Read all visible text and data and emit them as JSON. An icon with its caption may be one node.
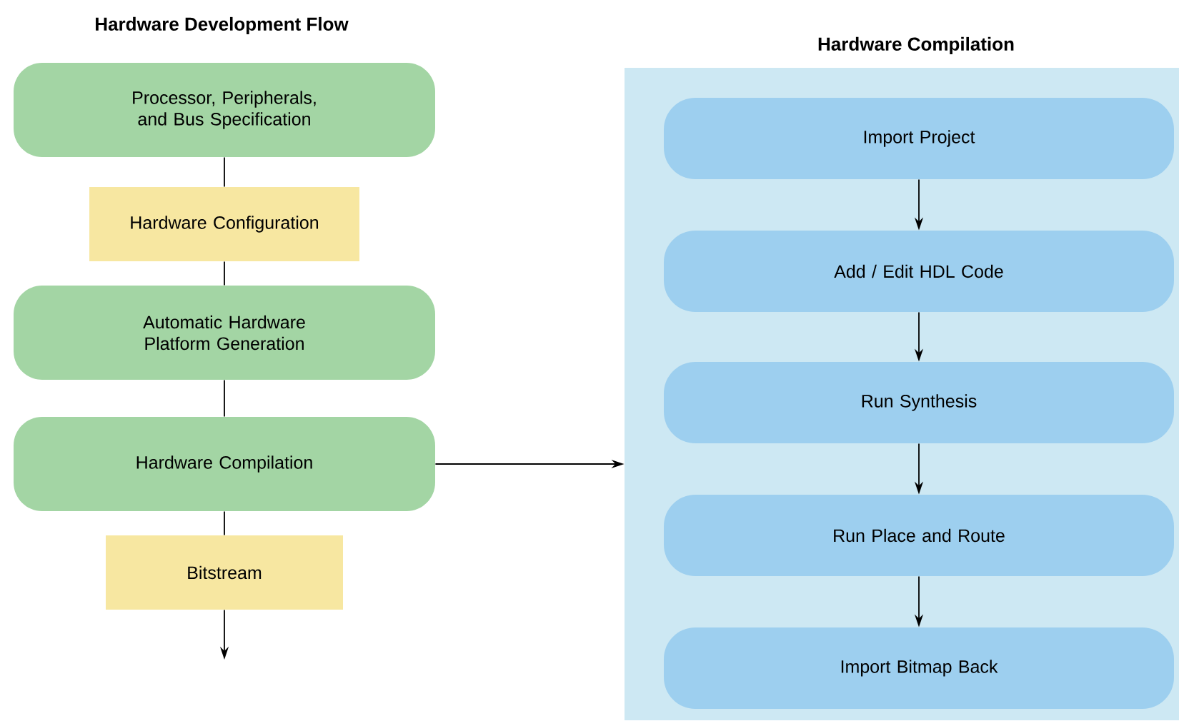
{
  "diagram": {
    "title": "Hardware Development Flow",
    "nodes": [
      {
        "text": [
          "Processor, Peripherals, and Bus Specification"
        ]
      },
      {
        "text": [
          "Hardware Configuration"
        ]
      },
      {
        "text": [
          "Automatic Hardware Platform Generation"
        ]
      },
      {
        "text": [
          "Hardware Compilation"
        ]
      },
      {
        "text": [
          "Bitstream"
        ]
      },
      {
        "text": [
          "Hardware Compilation"
        ]
      },
      {
        "text": [
          "Import Project"
        ],
        "in": 5
      },
      {
        "text": [
          "Add / Edit HDL Code"
        ],
        "in": 5
      },
      {
        "text": [
          "Run Synthesis"
        ],
        "in": 5
      },
      {
        "text": [
          "Run Place and Route"
        ],
        "in": 5
      },
      {
        "text": [
          "Import Bitmap Back"
        ],
        "in": 5
      }
    ],
    "edges": [
      {
        "from": 0,
        "to": 1,
        "arrow": "none"
      },
      {
        "from": 1,
        "to": 2,
        "arrow": "none"
      },
      {
        "from": 2,
        "to": 3,
        "arrow": "none"
      },
      {
        "from": 3,
        "to": 4,
        "arrow": "none"
      },
      {
        "from": 4,
        "to": null,
        "arrow": "to"
      },
      {
        "from": 3,
        "to": 5,
        "arrow": "to"
      },
      {
        "from": 6,
        "to": 7,
        "arrow": "to"
      },
      {
        "from": 7,
        "to": 8,
        "arrow": "to"
      },
      {
        "from": 8,
        "to": 9,
        "arrow": "to"
      },
      {
        "from": 9,
        "to": 10,
        "arrow": "to"
      }
    ]
  }
}
